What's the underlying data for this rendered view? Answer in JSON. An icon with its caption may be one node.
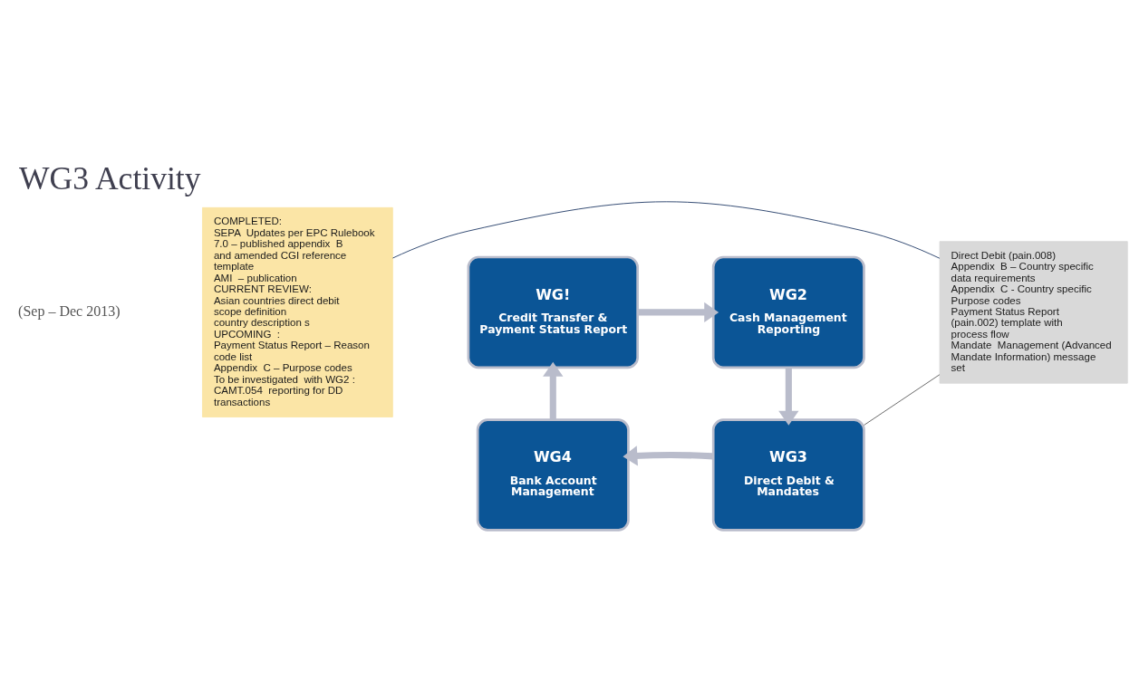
{
  "diagram": {
    "title": "WG3 Activity",
    "nodes": [
      {
        "text": [
          "COMPLETED:",
          "SEPA  Updates per EPC Rulebook 7.0 – published appendix  B and amended CGI reference template",
          "AMI  – publication",
          "CURRENT REVIEW:",
          "Asian countries direct debit",
          "scope definition",
          "country description s",
          "UPCOMING  :",
          "Payment Status Report – Reason code list",
          "Appendix  C – Purpose codes",
          "To be investigated  with WG2 : CAMT.054  reporting for DD transactions"
        ]
      },
      {
        "text": [
          "Direct Debit (pain.008)",
          "Appendix  B – Country specific data requirements",
          "Appendix  C - Country specific Purpose codes",
          "Payment Status Report (pain.002) template with process flow",
          "Mandate  Management (Advanced Mandate Information) message set"
        ]
      },
      {
        "text": [
          "WG!",
          "Credit Transfer & Payment Status Report"
        ]
      },
      {
        "text": [
          "WG2",
          "Cash Management Reporting"
        ]
      },
      {
        "text": [
          "WG3",
          "Direct Debit & Mandates"
        ]
      },
      {
        "text": [
          "WG4",
          "Bank Account Management"
        ]
      }
    ],
    "edges": [
      {
        "from": 2,
        "to": 3,
        "arrow": "to"
      },
      {
        "from": 3,
        "to": 4,
        "arrow": "to"
      },
      {
        "from": 4,
        "to": 5,
        "arrow": "to"
      },
      {
        "from": 5,
        "to": 2,
        "arrow": "to"
      },
      {
        "from": 0,
        "to": 1,
        "arrow": "none",
        "color": "#1f3864"
      },
      {
        "from": 4,
        "to": 1,
        "arrow": "none",
        "color": "#595959"
      }
    ],
    "labels": [
      "(Sep – Dec 2013)"
    ]
  }
}
